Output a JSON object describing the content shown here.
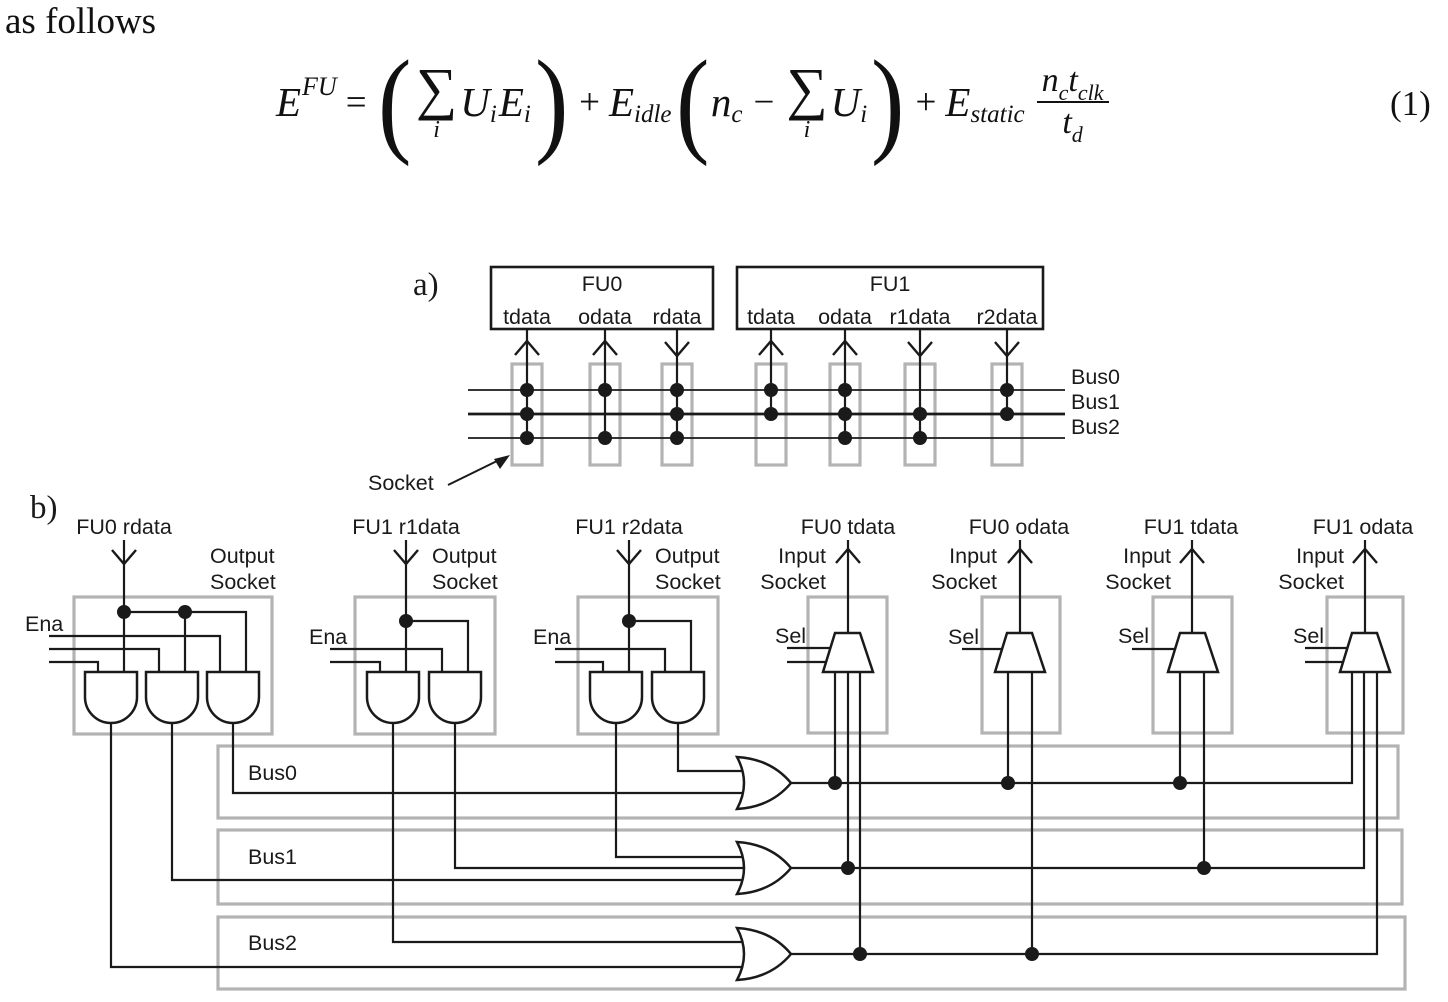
{
  "page": {
    "intro": "as follows",
    "equation_number": "(1)"
  },
  "equation": {
    "E1": "E",
    "supFU": "FU",
    "eq": "=",
    "lp1": "(",
    "sum1": "∑",
    "sum1i": "i",
    "U1": "U",
    "U1i": "i",
    "E2": "E",
    "E2i": "i",
    "rp1": ")",
    "plus1": "+",
    "E3": "E",
    "E3sub": "idle",
    "lp2": "(",
    "n1": "n",
    "n1sub": "c",
    "minus": "−",
    "sum2": "∑",
    "sum2i": "i",
    "U2": "U",
    "U2i": "i",
    "rp2": ")",
    "plus2": "+",
    "E4": "E",
    "E4sub": "static",
    "fn": "n",
    "fnsub": "c",
    "ft": "t",
    "ftsub": "clk",
    "fd": "t",
    "fdsub": "d"
  },
  "diagram_a": {
    "label": "a)",
    "fu0": {
      "title": "FU0",
      "ports": [
        "tdata",
        "odata",
        "rdata"
      ]
    },
    "fu1": {
      "title": "FU1",
      "ports": [
        "tdata",
        "odata",
        "r1data",
        "r2data"
      ]
    },
    "bus_labels": [
      "Bus0",
      "Bus1",
      "Bus2"
    ],
    "socket_pointer_label": "Socket",
    "connections": {
      "FU0 tdata": [
        "Bus0",
        "Bus1",
        "Bus2"
      ],
      "FU0 odata": [
        "Bus0",
        "Bus2"
      ],
      "FU0 rdata": [
        "Bus0",
        "Bus1",
        "Bus2"
      ],
      "FU1 tdata": [
        "Bus0",
        "Bus1"
      ],
      "FU1 odata": [
        "Bus0",
        "Bus1",
        "Bus2"
      ],
      "FU1 r1data": [
        "Bus1",
        "Bus2"
      ],
      "FU1 r2data": [
        "Bus0",
        "Bus1"
      ]
    }
  },
  "diagram_b": {
    "label": "b)",
    "labels": {
      "output": "Output",
      "input": "Input",
      "socket": "Socket",
      "ena": "Ena",
      "sel": "Sel"
    },
    "output_sockets": [
      {
        "signal": "FU0 rdata",
        "and_gates": 3,
        "drives": [
          "Bus0",
          "Bus1",
          "Bus2"
        ]
      },
      {
        "signal": "FU1 r1data",
        "and_gates": 2,
        "drives": [
          "Bus1",
          "Bus2"
        ]
      },
      {
        "signal": "FU1 r2data",
        "and_gates": 2,
        "drives": [
          "Bus0",
          "Bus1"
        ]
      }
    ],
    "input_sockets": [
      {
        "signal": "FU0 tdata",
        "mux_inputs": 3,
        "reads": [
          "Bus0",
          "Bus1",
          "Bus2"
        ]
      },
      {
        "signal": "FU0 odata",
        "mux_inputs": 2,
        "reads": [
          "Bus0",
          "Bus2"
        ]
      },
      {
        "signal": "FU1 tdata",
        "mux_inputs": 2,
        "reads": [
          "Bus0",
          "Bus1"
        ]
      },
      {
        "signal": "FU1 odata",
        "mux_inputs": 3,
        "reads": [
          "Bus0",
          "Bus1",
          "Bus2"
        ]
      }
    ],
    "bus_labels": [
      "Bus0",
      "Bus1",
      "Bus2"
    ]
  }
}
